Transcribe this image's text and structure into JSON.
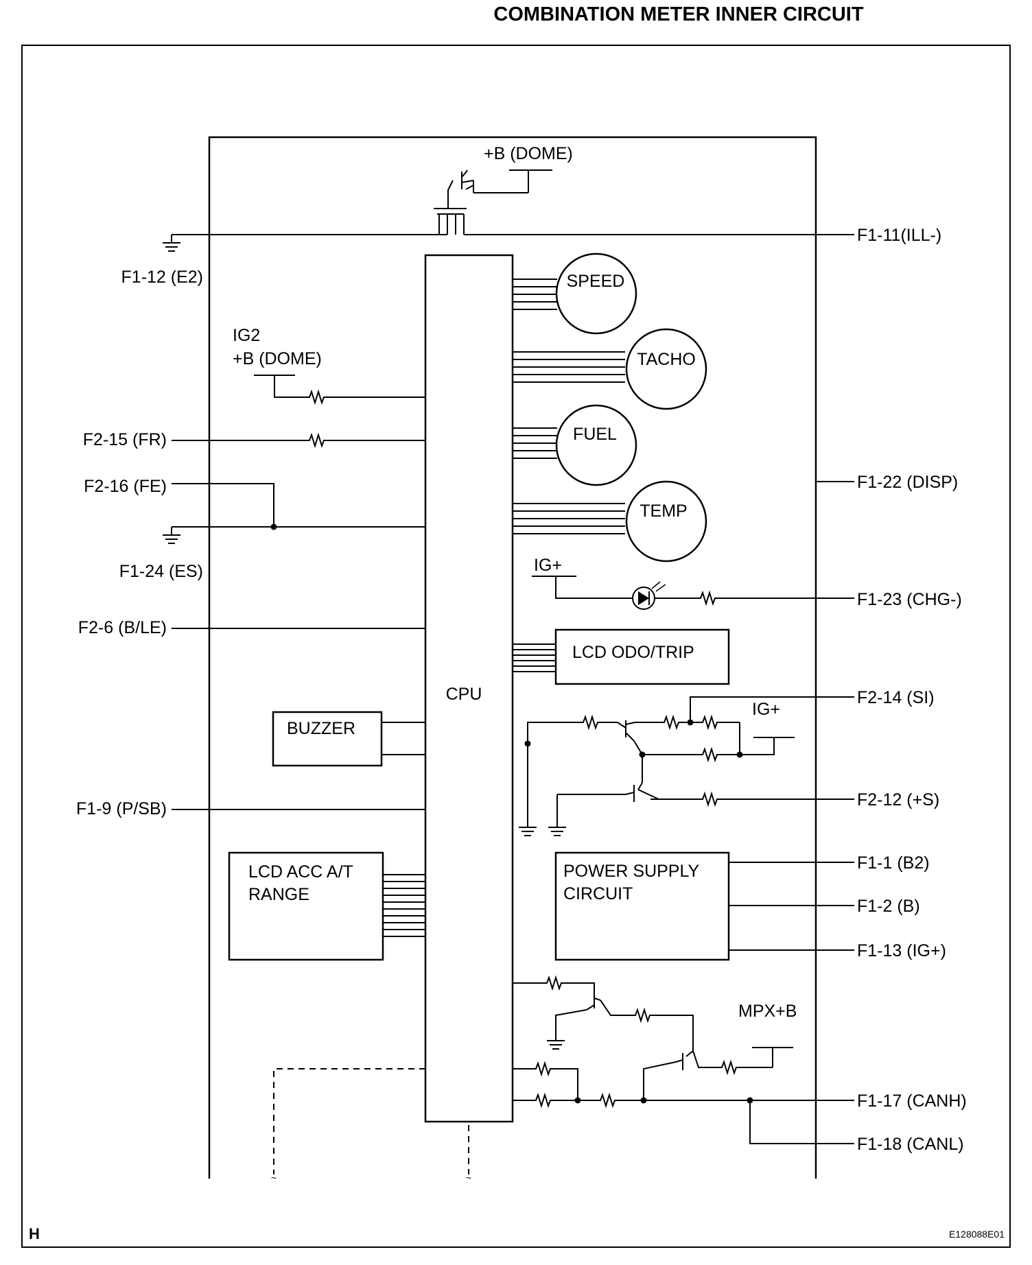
{
  "page": {
    "title": "COMBINATION METER INNER CIRCUIT",
    "corner_letter": "H",
    "figure_code": "E128088E01"
  },
  "blocks": {
    "cpu": "CPU",
    "speed": "SPEED",
    "tacho": "TACHO",
    "fuel": "FUEL",
    "temp": "TEMP",
    "lcd_odo": "LCD ODO/TRIP",
    "buzzer": "BUZZER",
    "lcd_acc_line1": "LCD ACC A/T",
    "lcd_acc_line2": "RANGE",
    "power_line1": "POWER SUPPLY",
    "power_line2": "CIRCUIT"
  },
  "supplies": {
    "dome_top": "+B (DOME)",
    "ig2": "IG2",
    "dome_left": "+B (DOME)",
    "ig_led": "IG+",
    "ig_si": "IG+",
    "mpx": "MPX+B"
  },
  "terminals": {
    "ill": "F1-11(ILL-)",
    "e2": "F1-12 (E2)",
    "fr": "F2-15 (FR)",
    "fe": "F2-16 (FE)",
    "es": "F1-24 (ES)",
    "ble": "F2-6 (B/LE)",
    "psb": "F1-9 (P/SB)",
    "disp": "F1-22 (DISP)",
    "chg": "F1-23 (CHG-)",
    "si": "F2-14 (SI)",
    "s_plus": "F2-12 (+S)",
    "b2": "F1-1 (B2)",
    "b": "F1-2 (B)",
    "ig_plus": "F1-13 (IG+)",
    "canh": "F1-17 (CANH)",
    "canl": "F1-18 (CANL)"
  }
}
